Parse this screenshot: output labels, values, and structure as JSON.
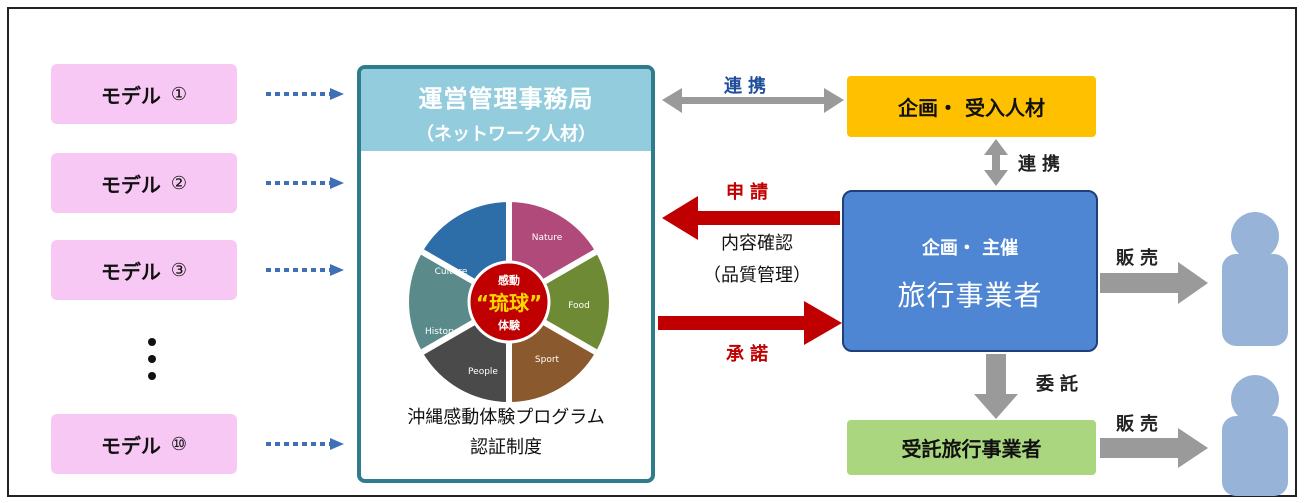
{
  "models": [
    {
      "label": "モデル",
      "num": "①"
    },
    {
      "label": "モデル",
      "num": "②"
    },
    {
      "label": "モデル",
      "num": "③"
    },
    {
      "label": "モデル",
      "num": "⑩"
    }
  ],
  "office": {
    "title": "運営管理事務局",
    "subtitle": "（ネットワーク人材）",
    "caption_line1": "沖縄感動体験プログラム",
    "caption_line2": "認証制度"
  },
  "wheel": {
    "center_top": "感動",
    "center_main": "“琉球”",
    "center_bottom": "体験",
    "segments": [
      "Nature",
      "Food",
      "Sport",
      "People",
      "History",
      "Culture"
    ]
  },
  "kikaku": {
    "label": "企画・ 受入人材"
  },
  "travel": {
    "subtitle": "企画・ 主催",
    "title": "旅行事業者"
  },
  "consign": {
    "label": "受託旅行事業者"
  },
  "labels": {
    "renkei_top": "連携",
    "renkei_side": "連携",
    "shinsei": "申請",
    "naiyo": "内容確認",
    "hinshitsu": "（品質管理）",
    "shodaku": "承諾",
    "hanbai1": "販売",
    "itaku": "委託",
    "hanbai2": "販売"
  },
  "colors": {
    "model_fill": "#f6c8f3",
    "office_border": "#2f7d8c",
    "office_header": "#93cddd",
    "kikaku_fill": "#ffc000",
    "travel_fill": "#4f86d4",
    "consign_fill": "#a9d67e",
    "red_arrow": "#c00000",
    "gray_arrow": "#9a9a9a",
    "person": "#98b3d8"
  }
}
